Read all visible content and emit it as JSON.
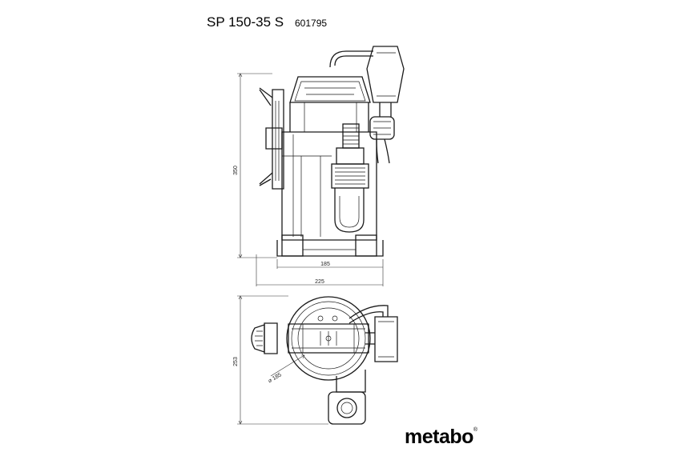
{
  "header": {
    "model": "SP 150-35 S",
    "article_number": "601795"
  },
  "dimensions": {
    "height": "350",
    "base_width": "185",
    "total_width": "225",
    "depth": "253",
    "diameter": "⌀ 185"
  },
  "brand": {
    "logo_text": "metabo"
  },
  "colors": {
    "line": "#1a1a1a",
    "background": "#ffffff"
  }
}
